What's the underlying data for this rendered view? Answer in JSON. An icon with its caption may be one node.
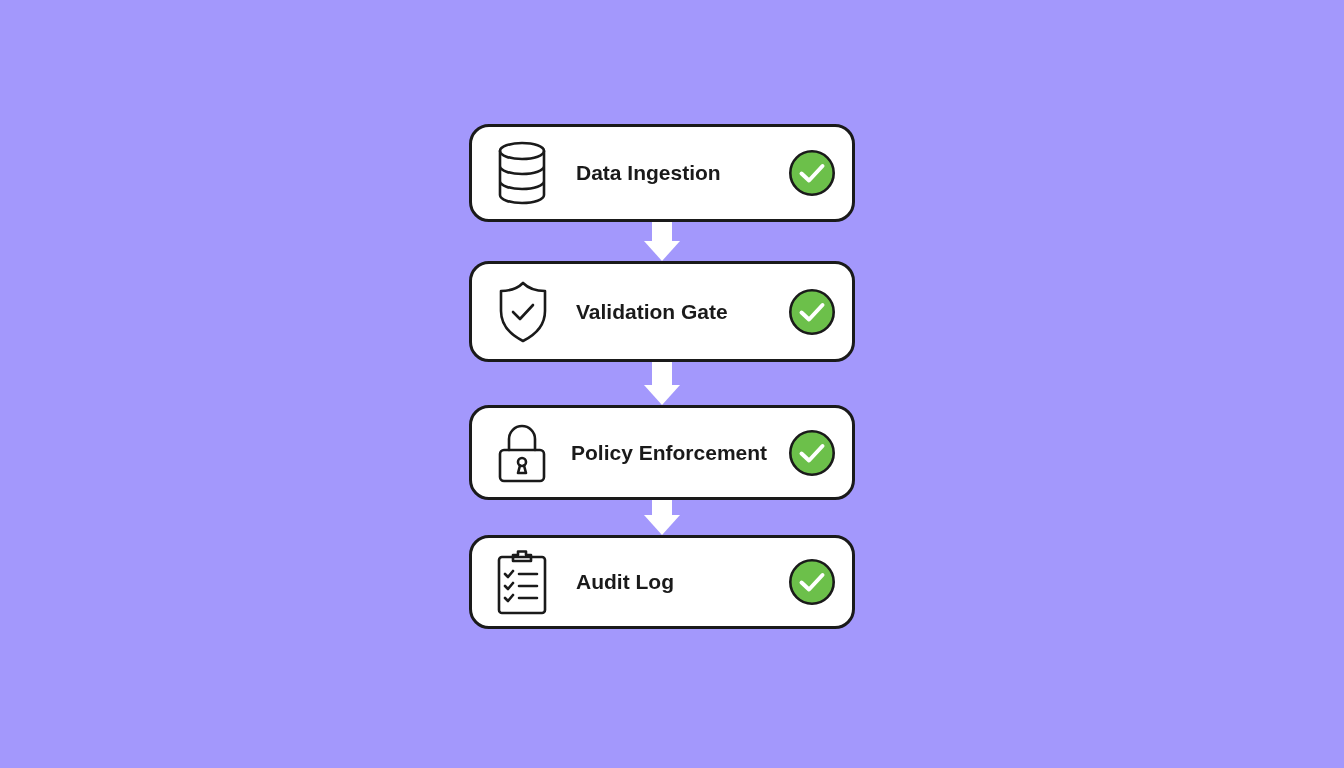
{
  "diagram": {
    "nodes": [
      {
        "text": [
          "Data Ingestion"
        ]
      },
      {
        "text": [
          "Validation Gate"
        ]
      },
      {
        "text": [
          "Policy Enforcement"
        ]
      },
      {
        "text": [
          "Audit Log"
        ]
      }
    ],
    "edges": [
      {
        "from": 0,
        "to": 1,
        "arrow": "to"
      },
      {
        "from": 1,
        "to": 2,
        "arrow": "to"
      },
      {
        "from": 2,
        "to": 3,
        "arrow": "to"
      }
    ]
  }
}
